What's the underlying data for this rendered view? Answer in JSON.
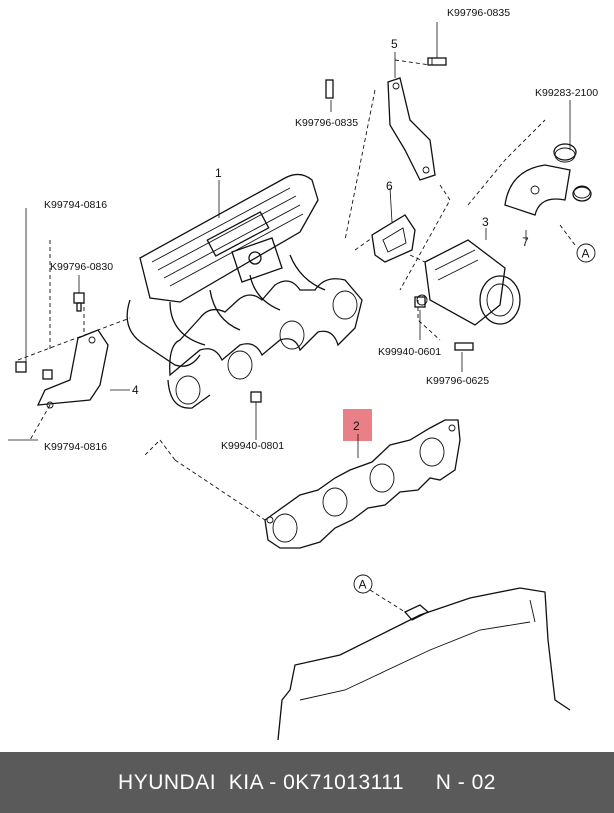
{
  "callouts": {
    "c1": "1",
    "c2": "2",
    "c3": "3",
    "c4": "4",
    "c5": "5",
    "c6": "6",
    "c7": "7"
  },
  "ref_marker": "A",
  "part_numbers": {
    "bolt_top": "K99796-0835",
    "bolt_left": "K99796-0835",
    "clamp": "K99283-2100",
    "bolt_bracket_top": "K99794-0816",
    "bolt_830": "K99796-0830",
    "nut_601": "K99940-0601",
    "bolt_625": "K99796-0625",
    "nut_801": "K99940-0801",
    "bolt_bracket_bottom": "K99794-0816"
  },
  "footer": {
    "text": "HYUNDAI  KIA - 0K71013111     N - 02"
  },
  "colors": {
    "highlight": "#e8727a",
    "footer_bg": "#5a5a5a"
  }
}
